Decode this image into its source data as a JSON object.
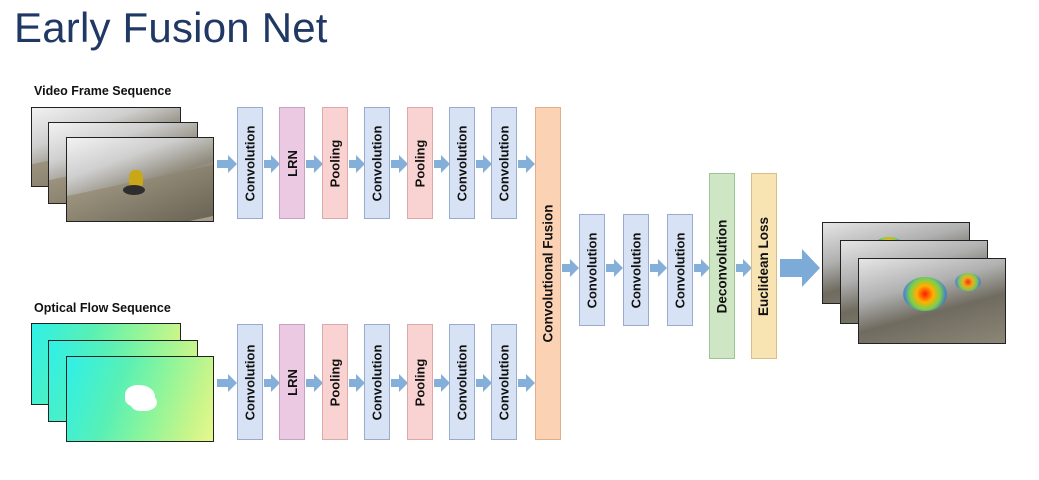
{
  "title": "Early Fusion Net",
  "video_label": "Video Frame Sequence",
  "flow_label": "Optical Flow Sequence",
  "top_stream": [
    "Convolution",
    "LRN",
    "Pooling",
    "Convolution",
    "Pooling",
    "Convolution",
    "Convolution"
  ],
  "bottom_stream": [
    "Convolution",
    "LRN",
    "Pooling",
    "Convolution",
    "Pooling",
    "Convolution",
    "Convolution"
  ],
  "fusion": "Convolutional Fusion",
  "after_fusion": [
    "Convolution",
    "Convolution",
    "Convolution"
  ],
  "deconvolution": "Deconvolution",
  "loss": "Euclidean Loss",
  "colors": {
    "title": "#1f3864",
    "convolution": "#d7e2f4",
    "lrn": "#ecc9e2",
    "pooling": "#f9d3d2",
    "fusion": "#fbd2b4",
    "deconvolution": "#cfe6c4",
    "loss": "#f8e3b3",
    "arrow": "#84afd8"
  }
}
